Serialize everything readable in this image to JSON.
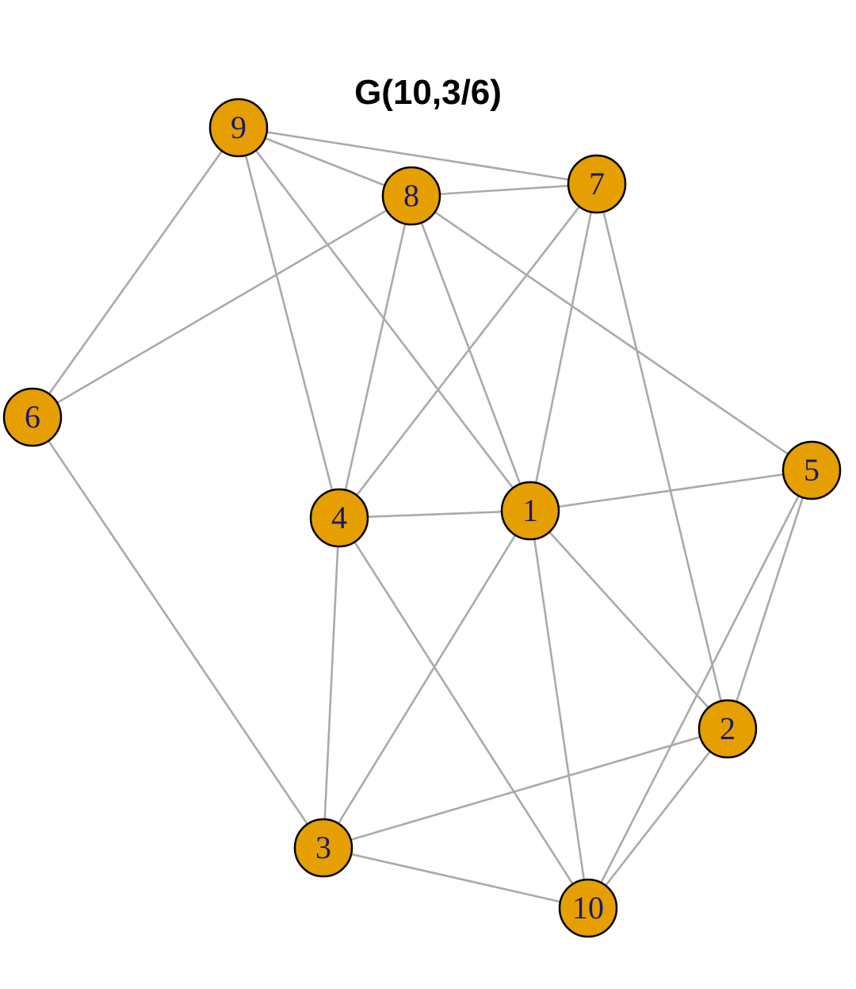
{
  "title": "G(10,3/6)",
  "colors": {
    "edge": "#aaaaaa",
    "node_fill": "#E69F00",
    "node_stroke": "#000000",
    "node_label": "#1a1a6e",
    "background": "#ffffff"
  },
  "nodes": [
    {
      "id": "1",
      "label": "1"
    },
    {
      "id": "2",
      "label": "2"
    },
    {
      "id": "3",
      "label": "3"
    },
    {
      "id": "4",
      "label": "4"
    },
    {
      "id": "5",
      "label": "5"
    },
    {
      "id": "6",
      "label": "6"
    },
    {
      "id": "7",
      "label": "7"
    },
    {
      "id": "8",
      "label": "8"
    },
    {
      "id": "9",
      "label": "9"
    },
    {
      "id": "10",
      "label": "10"
    }
  ],
  "edges": [
    [
      "9",
      "7"
    ],
    [
      "9",
      "8"
    ],
    [
      "9",
      "6"
    ],
    [
      "9",
      "4"
    ],
    [
      "9",
      "1"
    ],
    [
      "8",
      "7"
    ],
    [
      "8",
      "6"
    ],
    [
      "8",
      "4"
    ],
    [
      "8",
      "1"
    ],
    [
      "8",
      "5"
    ],
    [
      "7",
      "4"
    ],
    [
      "7",
      "1"
    ],
    [
      "7",
      "2"
    ],
    [
      "6",
      "3"
    ],
    [
      "4",
      "1"
    ],
    [
      "4",
      "3"
    ],
    [
      "4",
      "10"
    ],
    [
      "1",
      "5"
    ],
    [
      "1",
      "3"
    ],
    [
      "1",
      "10"
    ],
    [
      "1",
      "2"
    ],
    [
      "5",
      "2"
    ],
    [
      "5",
      "10"
    ],
    [
      "2",
      "3"
    ],
    [
      "2",
      "10"
    ],
    [
      "3",
      "10"
    ]
  ]
}
